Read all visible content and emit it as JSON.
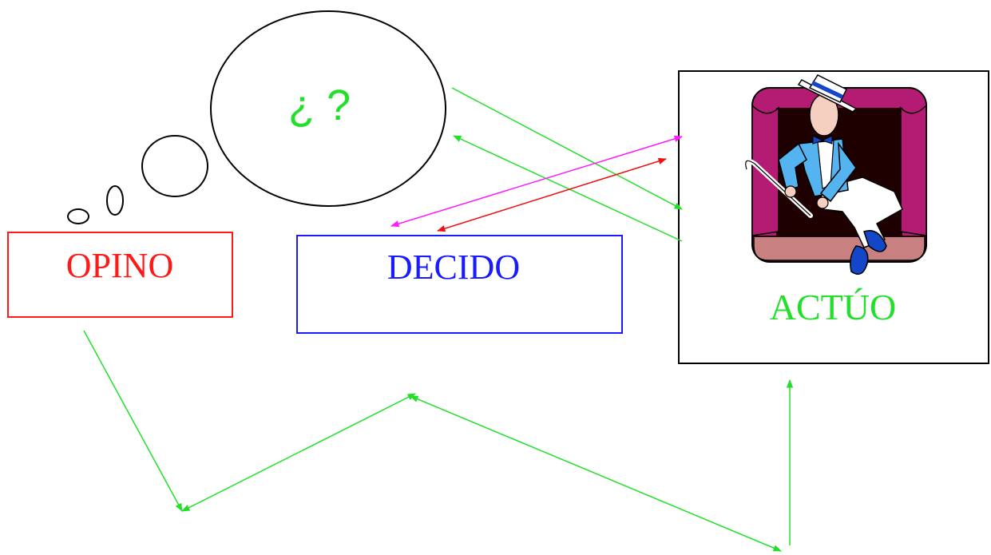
{
  "thought": {
    "text": "¿ ?",
    "color": "#22e02a"
  },
  "boxes": {
    "opino": {
      "label": "OPINO",
      "color": "#ff1a1a"
    },
    "decido": {
      "label": "DECIDO",
      "color": "#1a1aff"
    },
    "actuo": {
      "label": "ACTÚO",
      "color": "#22e02a"
    }
  },
  "colors": {
    "green_arrow": "#22e02a",
    "magenta_arrow": "#ff1aff",
    "red_arrow": "#ee1111",
    "theater_curtain": "#b41c74",
    "theater_back": "#1e0000",
    "theater_floor": "#c88080",
    "dancer_jacket": "#55b4f0",
    "dancer_pants": "#ffffff",
    "dancer_shoes": "#1446c8"
  },
  "icons": {
    "actuo_picture": "dancer-on-stage-icon"
  }
}
